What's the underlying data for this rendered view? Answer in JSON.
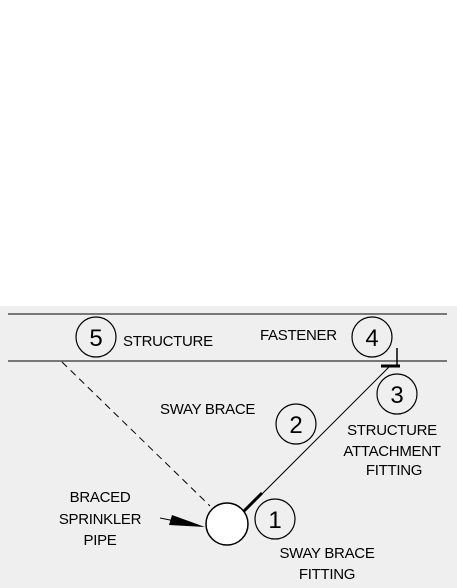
{
  "colors": {
    "panel_background": "#efefef",
    "page_background": "#ffffff",
    "line": "#000000"
  },
  "labels": {
    "structure": "STRUCTURE",
    "fastener": "FASTENER",
    "sway_brace": "SWAY BRACE",
    "structure_attachment_fitting": [
      "STRUCTURE",
      "ATTACHMENT",
      "FITTING"
    ],
    "braced_sprinkler_pipe": [
      "BRACED",
      "SPRINKLER",
      "PIPE"
    ],
    "sway_brace_fitting": [
      "SWAY BRACE",
      "FITTING"
    ]
  },
  "callouts": {
    "n1": "1",
    "n2": "2",
    "n3": "3",
    "n4": "4",
    "n5": "5"
  }
}
